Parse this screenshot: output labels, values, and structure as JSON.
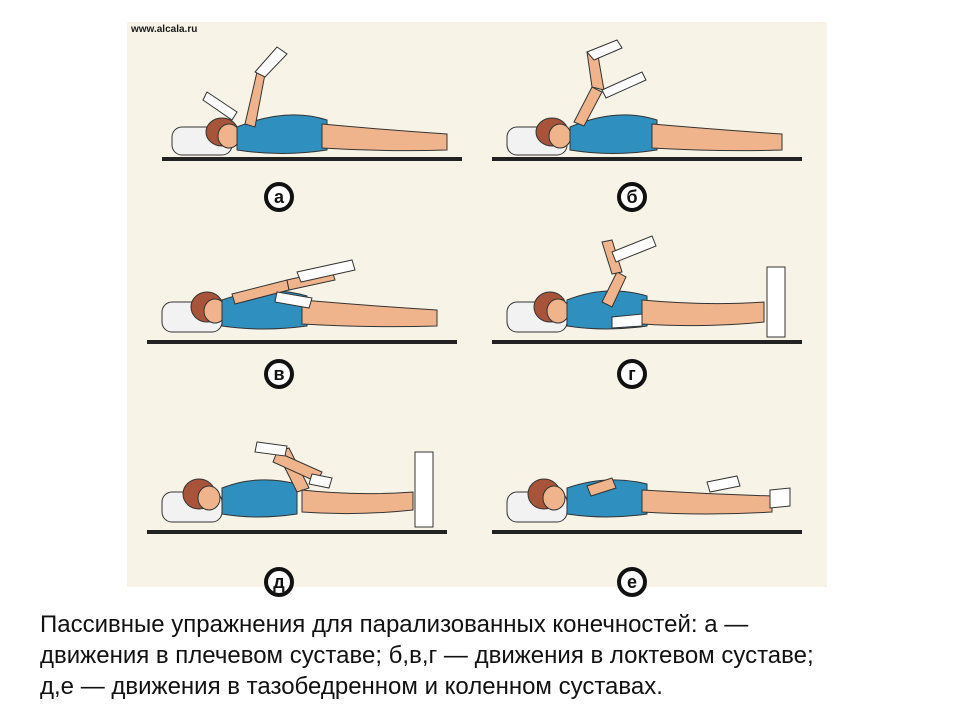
{
  "figure": {
    "watermark": "www.alcala.ru",
    "labels": [
      "а",
      "б",
      "в",
      "г",
      "д",
      "е"
    ]
  },
  "caption": {
    "lines": [
      "Пассивные упражнения для парализованных конечностей: а —",
      "движения в плечевом суставе; б,в,г — движения в локтевом суставе;",
      "д,е — движения в тазобедренном и коленном суставах."
    ]
  },
  "colors": {
    "skin": "#f0b48c",
    "suit": "#2f8fbf",
    "hair": "#a8543a",
    "pillow": "#f2f2f2",
    "bed": "#222222",
    "panel": "#f7f4e7"
  }
}
